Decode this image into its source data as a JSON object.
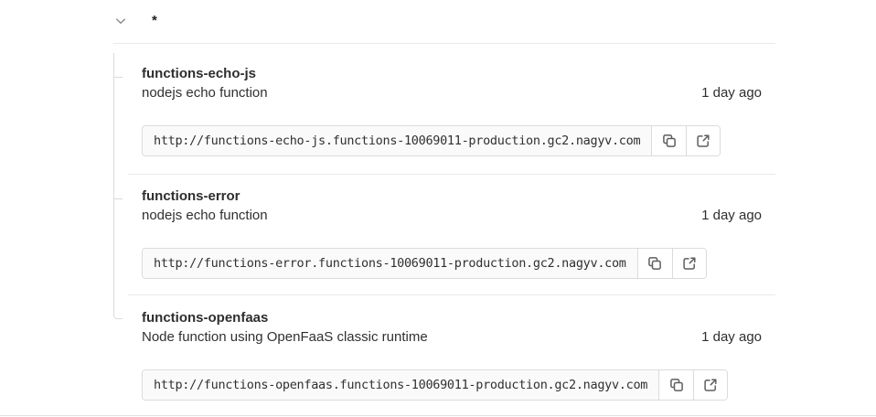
{
  "environment": {
    "name": "*",
    "collapse_icon": "chevron-down-icon"
  },
  "functions": [
    {
      "name": "functions-echo-js",
      "description": "nodejs echo function",
      "updated": "1 day ago",
      "url": "http://functions-echo-js.functions-10069011-production.gc2.nagyv.com"
    },
    {
      "name": "functions-error",
      "description": "nodejs echo function",
      "updated": "1 day ago",
      "url": "http://functions-error.functions-10069011-production.gc2.nagyv.com"
    },
    {
      "name": "functions-openfaas",
      "description": "Node function using OpenFaaS classic runtime",
      "updated": "1 day ago",
      "url": "http://functions-openfaas.functions-10069011-production.gc2.nagyv.com"
    }
  ],
  "icons": {
    "copy": "copy-icon",
    "open_external": "external-link-icon"
  },
  "colors": {
    "text": "#303030",
    "border": "#dbdbdb",
    "separator": "#e9e9e9",
    "icon": "#5e5e5e",
    "readonly_field_bg": "#fafafa"
  }
}
